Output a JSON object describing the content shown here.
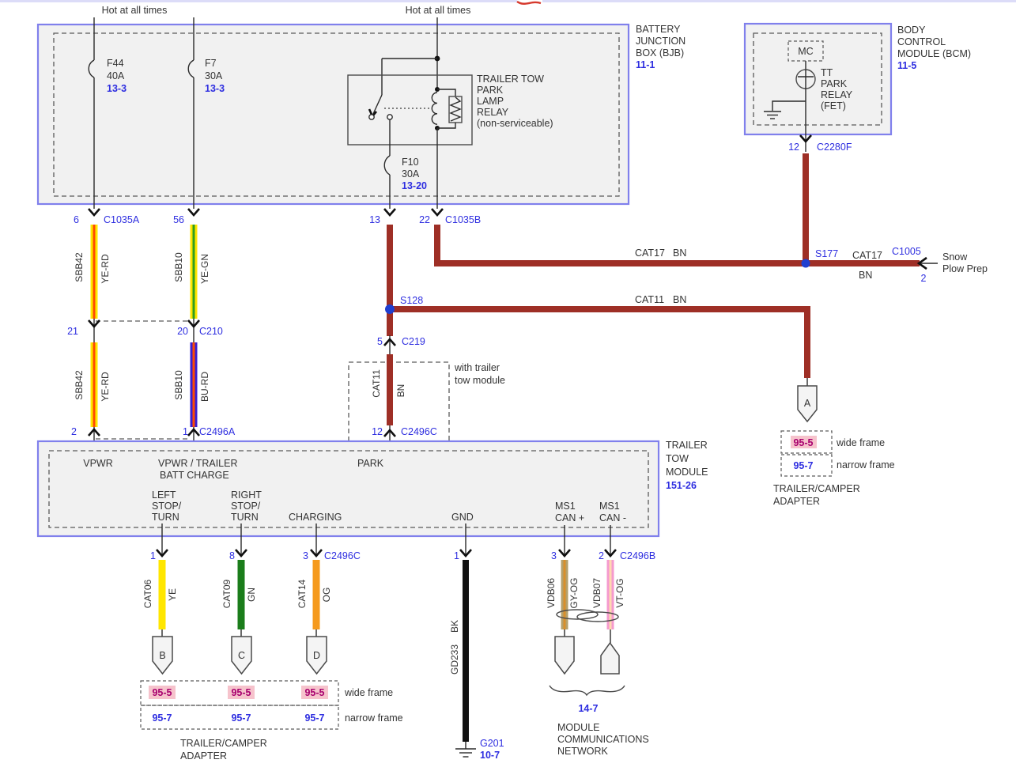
{
  "page": {
    "hot_left": "Hot at all times",
    "hot_mid": "Hot at all times"
  },
  "colors": {
    "text_dark": "#333333",
    "ref_blue": "#2e2ee0",
    "ref_magenta": "#a8006e",
    "highlight_pink": "#f6c3cc",
    "box_border": "#8080ec",
    "box_fill": "#f1f1f1",
    "top_rule": "#dcdcf8",
    "red_mark": "#d63a2e",
    "wire_red": "#9e2f26",
    "wire_yellow": "#ffe600",
    "stripe_red": "#ff4a00",
    "stripe_green": "#2f9e1c",
    "wire_blue": "#3a1fd0",
    "wire_green": "#1b7d1b",
    "wire_orange": "#f59a1e",
    "wire_gray": "#b5a06a",
    "stripe_orange": "#d98f2b",
    "wire_pink": "#f49ace",
    "stripe_pale": "#ffd8b0",
    "wire_black": "#111111",
    "splice_blue": "#1f3fd0"
  },
  "bjb": {
    "title": [
      "BATTERY",
      "JUNCTION",
      "BOX (BJB)"
    ],
    "page_ref": "11-1",
    "fuse_f44": {
      "id": "F44",
      "rating": "40A",
      "page_ref": "13-3"
    },
    "fuse_f7": {
      "id": "F7",
      "rating": "30A",
      "page_ref": "13-3"
    },
    "fuse_f10": {
      "id": "F10",
      "rating": "30A",
      "page_ref": "13-20"
    },
    "relay_title": [
      "TRAILER TOW",
      "PARK",
      "LAMP",
      "RELAY",
      "(non-serviceable)"
    ]
  },
  "bcm": {
    "title": [
      "BODY",
      "CONTROL",
      "MODULE (BCM)"
    ],
    "page_ref": "11-5",
    "mc_label": "MC",
    "fet_title": [
      "TT",
      "PARK",
      "RELAY",
      "(FET)"
    ]
  },
  "splices": {
    "s128": "S128",
    "s177": "S177"
  },
  "connectors": {
    "c1035a": {
      "pin_left": "6",
      "pin_right": "56",
      "label": "C1035A"
    },
    "c1035b": {
      "pin_left": "13",
      "pin_right": "22",
      "label": "C1035B"
    },
    "c210": {
      "pin_left": "21",
      "pin_right": "20",
      "label": "C210"
    },
    "c2496a": {
      "pin_left": "2",
      "pin_right": "1",
      "label": "C2496A"
    },
    "c219": {
      "pin": "5",
      "label": "C219"
    },
    "c2496c_mid": {
      "pin": "12",
      "label": "C2496C"
    },
    "c2280f": {
      "pin": "12",
      "label": "C2280F"
    },
    "c1005": {
      "label": "C1005",
      "pin": "2",
      "destination": [
        "Snow",
        "Plow Prep"
      ]
    },
    "g201": {
      "label": "G201",
      "page_ref": "10-7"
    }
  },
  "module": {
    "title": [
      "TRAILER",
      "TOW",
      "MODULE"
    ],
    "page_ref": "151-26",
    "pin_labels": {
      "vpwr": "VPWR",
      "vpwr_batt_1": "VPWR / TRAILER",
      "vpwr_batt_2": "BATT CHARGE",
      "park": "PARK",
      "left_1": "LEFT",
      "left_2": "STOP/",
      "left_3": "TURN",
      "right_1": "RIGHT",
      "right_2": "STOP/",
      "right_3": "TURN",
      "charging": "CHARGING",
      "gnd": "GND",
      "canp_1": "MS1",
      "canp_2": "CAN +",
      "cann_1": "MS1",
      "cann_2": "CAN -"
    },
    "bottom_pins": {
      "left_turn": "1",
      "right_turn": "8",
      "charging": "3",
      "charging_conn": "C2496C",
      "gnd": "1",
      "can_plus": "3",
      "can_minus": "2",
      "can_conn": "C2496B"
    }
  },
  "wires": {
    "sbb42_up": {
      "circuit": "SBB42",
      "color": "YE-RD"
    },
    "sbb10_up": {
      "circuit": "SBB10",
      "color": "YE-GN"
    },
    "sbb42_low": {
      "circuit": "SBB42",
      "color": "YE-RD"
    },
    "sbb10_low": {
      "circuit": "SBB10",
      "color": "BU-RD"
    },
    "cat17_left": {
      "circuit": "CAT17",
      "color": "BN"
    },
    "cat17_right": {
      "circuit": "CAT17",
      "color": "BN"
    },
    "cat11_h": {
      "circuit": "CAT11",
      "color": "BN"
    },
    "cat11_v": {
      "circuit": "CAT11",
      "color": "BN"
    },
    "cat06": {
      "circuit": "CAT06",
      "color": "YE"
    },
    "cat09": {
      "circuit": "CAT09",
      "color": "GN"
    },
    "cat14": {
      "circuit": "CAT14",
      "color": "OG"
    },
    "gd233": {
      "circuit": "GD233",
      "color": "BK"
    },
    "vdb06": {
      "circuit": "VDB06",
      "color": "GY-OG"
    },
    "vdb07": {
      "circuit": "VDB07",
      "color": "VT-OG"
    }
  },
  "note_trailer_tow": [
    "with trailer",
    "tow module"
  ],
  "adapter_right": {
    "plug": "A",
    "wide_ref": "95-5",
    "wide_label": "wide frame",
    "narrow_ref": "95-7",
    "narrow_label": "narrow frame",
    "title": [
      "TRAILER/CAMPER",
      "ADAPTER"
    ]
  },
  "adapter_left": {
    "plug_b": "B",
    "plug_c": "C",
    "plug_d": "D",
    "wide_ref": "95-5",
    "wide_label": "wide frame",
    "narrow_ref": "95-7",
    "narrow_label": "narrow frame",
    "title": [
      "TRAILER/CAMPER",
      "ADAPTER"
    ]
  },
  "network": {
    "page_ref": "14-7",
    "title": [
      "MODULE",
      "COMMUNICATIONS",
      "NETWORK"
    ]
  }
}
